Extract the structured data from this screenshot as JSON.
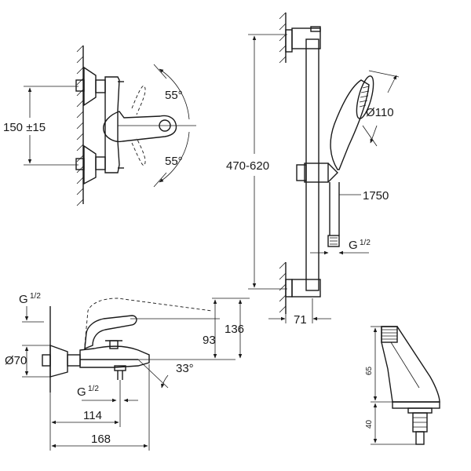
{
  "dimensions": {
    "mount_spacing": "150 ±15",
    "lever_angle_upper": "55°",
    "lever_angle_lower": "55°",
    "rail_height": "470-620",
    "head_diameter": "Ø110",
    "hose_length": "1750",
    "hose_thread": "G",
    "hose_thread_frac": "1/2",
    "rail_offset": "71",
    "inlet_thread_left": "G",
    "inlet_thread_left_frac": "1/2",
    "escutcheon_diameter": "Ø70",
    "spout_height": "93",
    "lever_height": "136",
    "spout_angle": "33°",
    "inlet_thread_bottom": "G",
    "inlet_thread_bottom_frac": "1/2",
    "spout_reach": "114",
    "overall_depth": "168",
    "connector_upper": "65",
    "connector_lower": "40"
  }
}
